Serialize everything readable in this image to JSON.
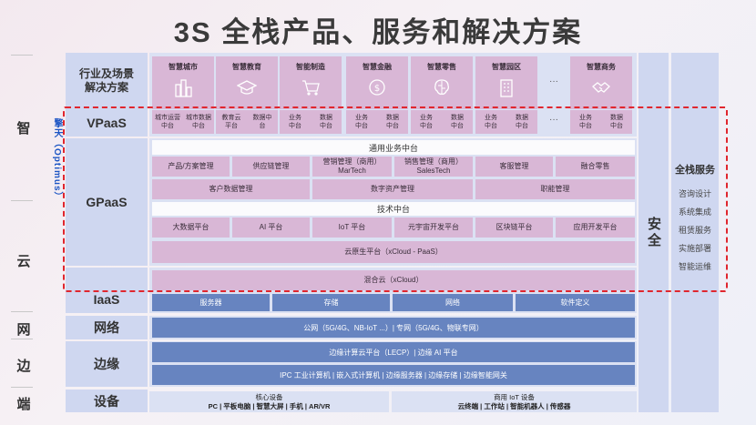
{
  "title": "3S 全栈产品、服务和解决方案",
  "levels": [
    "智",
    "云",
    "网",
    "边",
    "端"
  ],
  "optimus": "擎天（Optimus）",
  "rows": {
    "scenarios": "行业及场景\n解决方案",
    "vpaas": "VPaaS",
    "gpaas": "GPaaS",
    "iaas": "IaaS",
    "network": "网络",
    "edge": "边缘",
    "device": "设备"
  },
  "scenarios": [
    {
      "label": "智慧城市",
      "icon": "city-icon"
    },
    {
      "label": "智慧教育",
      "icon": "graduation-cap-icon"
    },
    {
      "label": "智能制造",
      "icon": "cart-icon"
    },
    {
      "label": "智慧金融",
      "icon": "coin-icon"
    },
    {
      "label": "智慧零售",
      "icon": "brain-icon"
    },
    {
      "label": "智慧园区",
      "icon": "building-icon"
    },
    {
      "label": "智慧商务",
      "icon": "handshake-icon"
    }
  ],
  "ellipsis": "···",
  "vpaas": [
    [
      "城市运营中台",
      "城市数据中台"
    ],
    [
      "教育云平台",
      "数据中台"
    ],
    [
      "业务中台",
      "数据中台"
    ],
    [
      "业务中台",
      "数据中台"
    ],
    [
      "业务中台",
      "数据中台"
    ],
    [
      "业务中台",
      "数据中台"
    ],
    [
      "业务中台",
      "数据中台"
    ]
  ],
  "gpaas": {
    "common_header": "通用业务中台",
    "common_row1": [
      "产品/方案管理",
      "供应链管理",
      "营销管理（商用）\nMarTech",
      "销售管理（商用）\nSalesTech",
      "客服管理",
      "融合零售"
    ],
    "common_row2": [
      "客户数据管理",
      "数字资产管理",
      "职能管理"
    ],
    "tech_header": "技术中台",
    "tech_row": [
      "大数据平台",
      "AI 平台",
      "IoT 平台",
      "元宇宙开发平台",
      "区块链平台",
      "应用开发平台"
    ],
    "cloud_native": "云原生平台（xCloud - PaaS）"
  },
  "iaas": {
    "hybrid": "混合云（xCloud）",
    "items": [
      "服务器",
      "存储",
      "网络",
      "软件定义"
    ]
  },
  "network": "公网（5G/4G、NB-IoT ...）| 专网（5G/4G、物联专网）",
  "edge": {
    "row1": "边缘计算云平台（LECP）|  边缘 AI 平台",
    "row2": "IPC 工业计算机 | 嵌入式计算机 | 边缘服务器 | 边缘存储 | 边缘智能网关"
  },
  "device": {
    "core_title": "核心设备",
    "core_items": "PC | 平板电脑 | 智慧大屏 | 手机 | AR/VR",
    "iot_title": "商用 IoT 设备",
    "iot_items": "云终端 | 工作站 | 智能机器人 | 传感器"
  },
  "security": "安全",
  "services": {
    "title": "全栈服务",
    "items": [
      "咨询设计",
      "系统集成",
      "租赁服务",
      "实施部署",
      "智能运维"
    ]
  },
  "colors": {
    "pink": "#d9b7d6",
    "blue": "#6784c0",
    "label_bg": "#cfd7f0",
    "dashed_border": "#e0262e"
  }
}
